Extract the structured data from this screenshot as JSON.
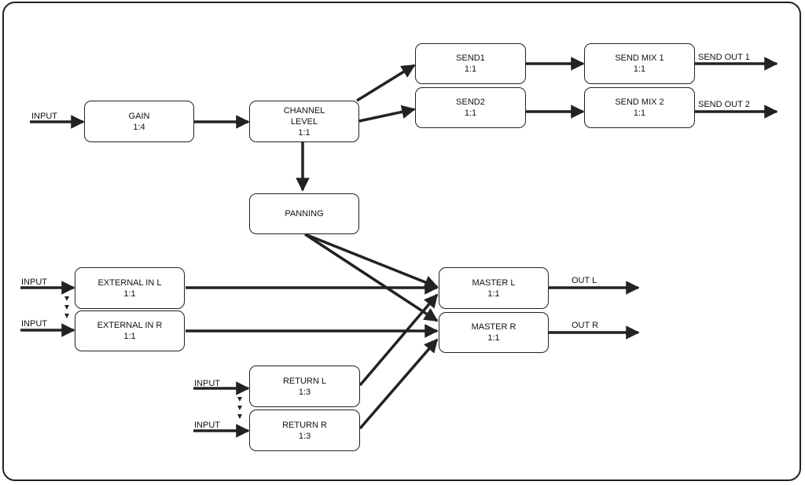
{
  "nodes": {
    "gain": {
      "title": "GAIN",
      "ratio": "1:4"
    },
    "channel_level": {
      "title1": "CHANNEL",
      "title2": "LEVEL",
      "ratio": "1:1"
    },
    "send1": {
      "title": "SEND1",
      "ratio": "1:1"
    },
    "send2": {
      "title": "SEND2",
      "ratio": "1:1"
    },
    "send_mix_1": {
      "title": "SEND MIX 1",
      "ratio": "1:1"
    },
    "send_mix_2": {
      "title": "SEND MIX 2",
      "ratio": "1:1"
    },
    "panning": {
      "title": "PANNING"
    },
    "external_in_l": {
      "title": "EXTERNAL IN L",
      "ratio": "1:1"
    },
    "external_in_r": {
      "title": "EXTERNAL IN R",
      "ratio": "1:1"
    },
    "master_l": {
      "title": "MASTER L",
      "ratio": "1:1"
    },
    "master_r": {
      "title": "MASTER R",
      "ratio": "1:1"
    },
    "return_l": {
      "title": "RETURN L",
      "ratio": "1:3"
    },
    "return_r": {
      "title": "RETURN R",
      "ratio": "1:3"
    }
  },
  "labels": {
    "input": "INPUT",
    "send_out_1": "SEND OUT 1",
    "send_out_2": "SEND OUT 2",
    "out_l": "OUT L",
    "out_r": "OUT R"
  },
  "colors": {
    "line": "#222222",
    "background": "#ffffff"
  }
}
